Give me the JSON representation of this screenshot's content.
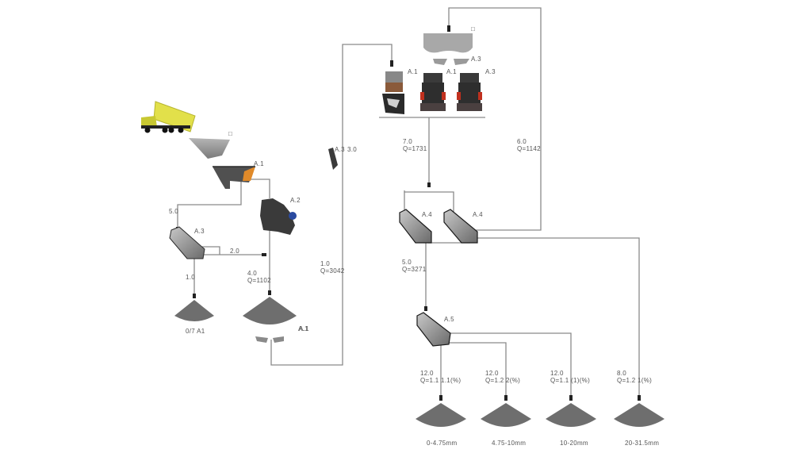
{
  "diagram": {
    "title": "",
    "colors": {
      "line": "#8a8a8a",
      "arrow": "#222222",
      "pile": "#6e6e6e",
      "truck_body": "#e2e04a",
      "truck_cab": "#c8c832",
      "hopper": "#9a9a9a",
      "feeder_accent": "#e08a2a",
      "crusher_dark": "#3a3a3a",
      "crusher_red": "#c0301e",
      "motor_blue": "#2a4aa0"
    },
    "equipment": [
      {
        "id": "dump-truck",
        "label": ""
      },
      {
        "id": "raw-hopper",
        "label": "□"
      },
      {
        "id": "vibrating-feeder",
        "label": "A.1"
      },
      {
        "id": "jaw-crusher",
        "label": "A.2"
      },
      {
        "id": "primary-screen",
        "label": "A.3"
      },
      {
        "id": "belt-magnet",
        "label": "A.3"
      },
      {
        "id": "stockpile-feeders",
        "label": "A.1"
      },
      {
        "id": "surge-bin",
        "label": "□"
      },
      {
        "id": "bin-feeders",
        "label": "A.3"
      },
      {
        "id": "cone-crusher-1",
        "label": "A.1"
      },
      {
        "id": "cone-crusher-2",
        "label": "A.1"
      },
      {
        "id": "cone-crusher-3",
        "label": "A.3"
      },
      {
        "id": "secondary-screen-1",
        "label": "A.4"
      },
      {
        "id": "secondary-screen-2",
        "label": "A.4"
      },
      {
        "id": "final-screen",
        "label": "A.5"
      }
    ],
    "flow_labels": [
      {
        "id": "flow-feeder-to-screen",
        "lines": [
          "5.0"
        ]
      },
      {
        "id": "flow-screen-to-crusher",
        "lines": [
          "2.0"
        ]
      },
      {
        "id": "flow-fines",
        "lines": [
          "1.0"
        ]
      },
      {
        "id": "flow-crushed",
        "lines": [
          "4.0",
          "Q=1102"
        ]
      },
      {
        "id": "flow-magnet",
        "lines": [
          "3.0"
        ]
      },
      {
        "id": "flow-return",
        "lines": [
          "1.0",
          "Q=3042"
        ]
      },
      {
        "id": "flow-cone-discharge",
        "lines": [
          "7.0",
          "Q=1731"
        ]
      },
      {
        "id": "flow-recirc",
        "lines": [
          "6.0",
          "Q=1142"
        ]
      },
      {
        "id": "flow-to-final-screen",
        "lines": [
          "5.0",
          "Q=3271"
        ]
      },
      {
        "id": "flow-product-1",
        "lines": [
          "12.0",
          "Q=1.1 1.1(%)"
        ]
      },
      {
        "id": "flow-product-2",
        "lines": [
          "12.0",
          "Q=1.2 2(%)"
        ]
      },
      {
        "id": "flow-product-3",
        "lines": [
          "12.0",
          "Q=1.1 (1)(%)"
        ]
      },
      {
        "id": "flow-product-4",
        "lines": [
          "8.0",
          "Q=1.2 1(%)"
        ]
      }
    ],
    "piles": [
      {
        "id": "pile-fines",
        "label": "0/7 A1"
      },
      {
        "id": "pile-crushed",
        "label": "A.1"
      },
      {
        "id": "pile-product-1",
        "label": "0-4.75mm"
      },
      {
        "id": "pile-product-2",
        "label": "4.75-10mm"
      },
      {
        "id": "pile-product-3",
        "label": "10-20mm"
      },
      {
        "id": "pile-product-4",
        "label": "20-31.5mm"
      }
    ]
  }
}
